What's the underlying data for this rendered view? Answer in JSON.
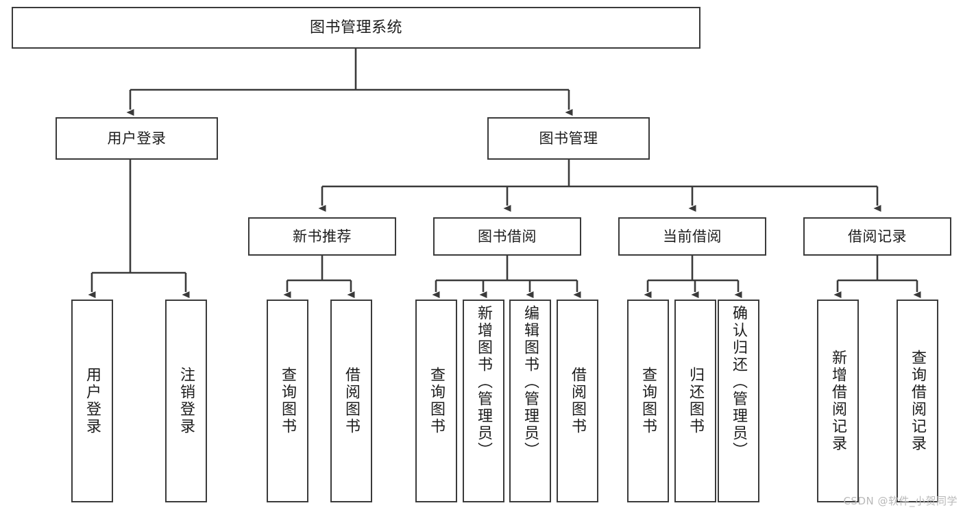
{
  "diagram": {
    "title": "图书管理系统",
    "type": "功能结构图",
    "line_color": "#3a3a3a",
    "box_fill": "#ffffff",
    "text_color": "#1c1c1c"
  },
  "root": {
    "label": "图书管理系统"
  },
  "level2": [
    {
      "label": "用户登录"
    },
    {
      "label": "图书管理"
    }
  ],
  "level3": [
    {
      "label": "新书推荐"
    },
    {
      "label": "图书借阅"
    },
    {
      "label": "当前借阅"
    },
    {
      "label": "借阅记录"
    }
  ],
  "leaves": {
    "user_login": [
      {
        "label": "用户登录"
      },
      {
        "label": "注销登录"
      }
    ],
    "new_book": [
      {
        "label": "查询图书"
      },
      {
        "label": "借阅图书"
      }
    ],
    "book_borrow": [
      {
        "label": "查询图书"
      },
      {
        "label": "新增图书（管理员）"
      },
      {
        "label": "编辑图书（管理员）"
      },
      {
        "label": "借阅图书"
      }
    ],
    "current_borrow": [
      {
        "label": "查询图书"
      },
      {
        "label": "归还图书"
      },
      {
        "label": "确认归还（管理员）"
      }
    ],
    "borrow_record": [
      {
        "label": "新增借阅记录"
      },
      {
        "label": "查询借阅记录"
      }
    ]
  },
  "watermark": {
    "text": "CSDN @软件_小贺同学"
  }
}
